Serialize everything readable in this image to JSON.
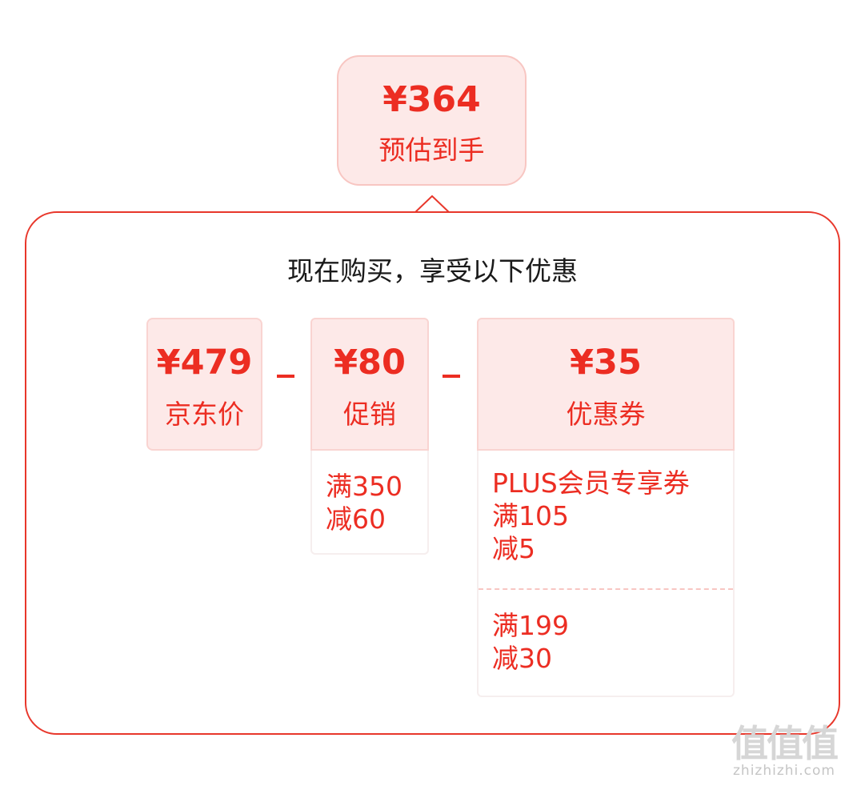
{
  "estimate": {
    "price": "¥364",
    "label": "预估到手"
  },
  "panel": {
    "title": "现在购买，享受以下优惠"
  },
  "cards": {
    "jd_price": {
      "price": "¥479",
      "label": "京东价"
    },
    "promotion": {
      "price": "¥80",
      "label": "促销",
      "details": "满350\n减60"
    },
    "coupon": {
      "price": "¥35",
      "label": "优惠券",
      "details": [
        "PLUS会员专享券\n满105\n减5",
        "满199\n减30"
      ]
    }
  },
  "watermark": {
    "logo": "值值值",
    "domain": "zhizhizhi.com"
  },
  "colors": {
    "accent": "#ec2d22",
    "panel_border": "#e8372b",
    "card_background": "#fde9e8",
    "title_text": "#1a1a1a"
  }
}
